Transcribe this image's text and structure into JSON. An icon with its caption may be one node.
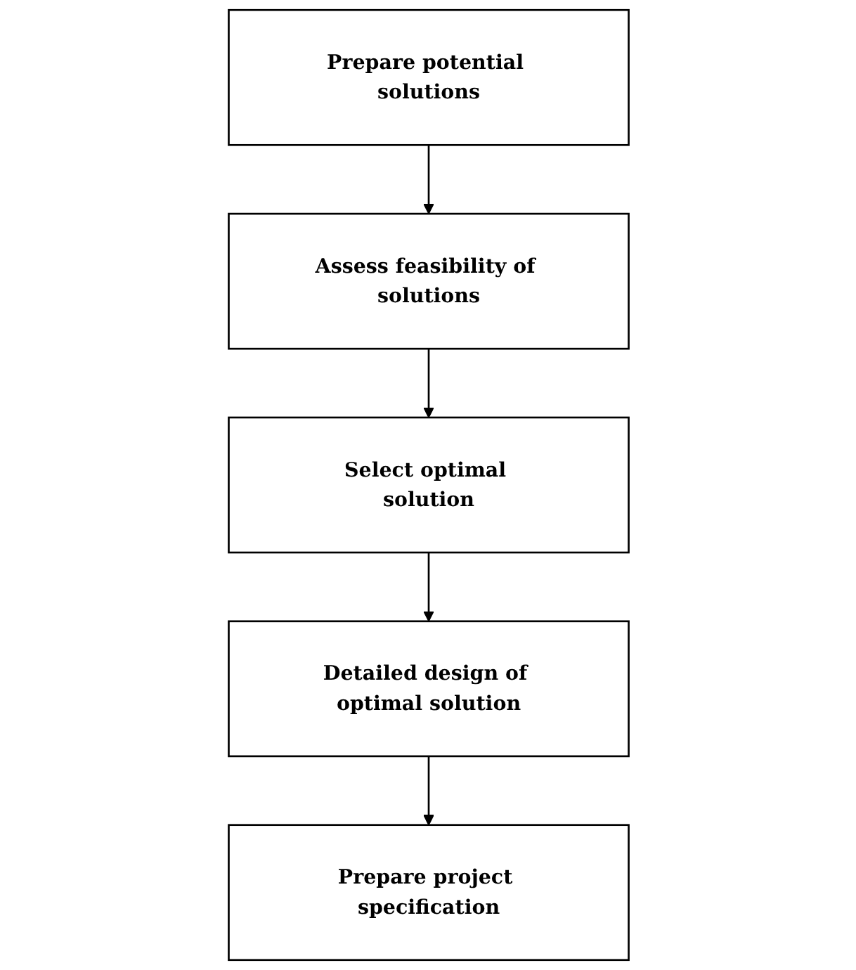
{
  "diagram": {
    "nodes": [
      {
        "text": [
          "Prepare potential solutions"
        ]
      },
      {
        "text": [
          "Assess feasibility of solutions"
        ]
      },
      {
        "text": [
          "Select optimal solution"
        ]
      },
      {
        "text": [
          "Detailed design of optimal solution"
        ]
      },
      {
        "text": [
          "Prepare project specification"
        ]
      }
    ],
    "edges": [
      {
        "from": 0,
        "to": 1,
        "arrow": "to"
      },
      {
        "from": 1,
        "to": 2,
        "arrow": "to"
      },
      {
        "from": 2,
        "to": 3,
        "arrow": "to"
      },
      {
        "from": 3,
        "to": 4,
        "arrow": "to"
      }
    ]
  }
}
